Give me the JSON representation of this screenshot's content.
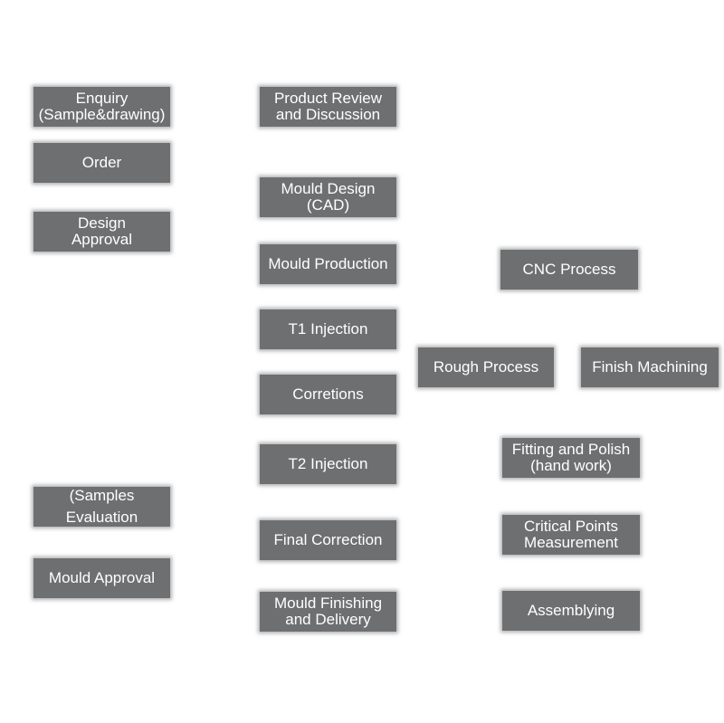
{
  "diagram": {
    "box_color": "#6e6f71",
    "text_color": "#ffffff",
    "left_column": {
      "enquiry": {
        "line1": "Enquiry",
        "line2": "(Sample&drawing)"
      },
      "order": {
        "line1": "Order"
      },
      "design_approval": {
        "line1": "Design",
        "line2": "Approval"
      },
      "samples_evaluation": {
        "line1": "(Samples",
        "line2": "Evaluation"
      },
      "mould_approval": {
        "line1": "Mould Approval"
      }
    },
    "middle_column": {
      "product_review": {
        "line1": "Product Review",
        "line2": "and Discussion"
      },
      "mould_design": {
        "line1": "Mould Design",
        "line2": "(CAD)"
      },
      "mould_production": {
        "line1": "Mould Production"
      },
      "t1_injection": {
        "line1": "T1 Injection"
      },
      "corretions": {
        "line1": "Corretions"
      },
      "t2_injection": {
        "line1": "T2 Injection"
      },
      "final_correction": {
        "line1": "Final Correction"
      },
      "mould_finishing": {
        "line1": "Mould Finishing",
        "line2": "and Delivery"
      }
    },
    "right_column": {
      "cnc_process": {
        "line1": "CNC Process"
      },
      "rough_process": {
        "line1": "Rough Process"
      },
      "finish_machining": {
        "line1": "Finish Machining"
      },
      "fitting_polish": {
        "line1": "Fitting and Polish",
        "line2": "(hand work)"
      },
      "critical_points": {
        "line1": "Critical Points",
        "line2": "Measurement"
      },
      "assemblying": {
        "line1": "Assemblying"
      }
    }
  }
}
